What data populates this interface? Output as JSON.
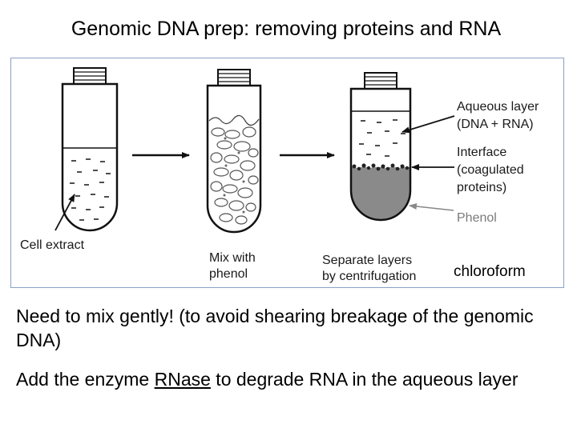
{
  "title": "Genomic DNA prep: removing proteins and RNA",
  "figure": {
    "tube1_label": "Cell extract",
    "tube2_label_line1": "Mix with",
    "tube2_label_line2": "phenol",
    "tube3_label_line1": "Separate layers",
    "tube3_label_line2": "by centrifugation",
    "aqueous_line1": "Aqueous layer",
    "aqueous_line2": "(DNA + RNA)",
    "interface_line1": "Interface",
    "interface_line2": "(coagulated",
    "interface_line3": "proteins)",
    "phenol": "Phenol"
  },
  "chloroform": "chloroform",
  "bullets": {
    "b1": "Need to mix gently! (to avoid shearing breakage of the genomic DNA)",
    "b2_before": "Add the enzyme ",
    "b2_underlined": "RNase",
    "b2_after": " to degrade RNA in the aqueous layer"
  },
  "colors": {
    "figure_border": "#8aa0c8",
    "phenol_layer": "#8a8a8a",
    "ink": "#1a1a1a"
  }
}
